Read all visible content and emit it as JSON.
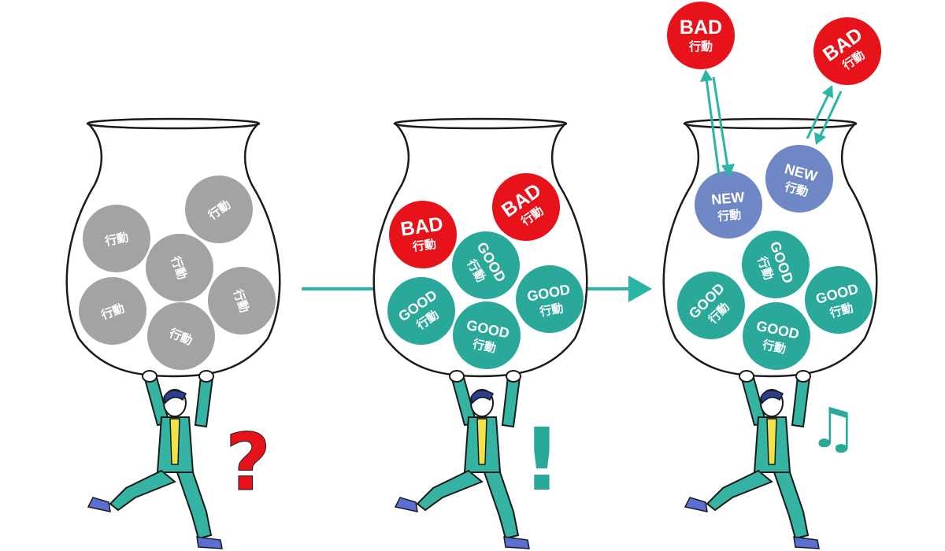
{
  "colors": {
    "neutral_ball": "#a3a3a3",
    "good_ball": "#2aa89a",
    "bad_ball": "#e8121b",
    "new_ball": "#6f87c4",
    "arrow": "#2bb5a6",
    "suit": "#35b3a3",
    "shirt": "#f2e24a",
    "shoes": "#5a6fd1",
    "question_mark": "#e8121b",
    "exclamation_mark": "#2aa89a",
    "music_note": "#2aa89a"
  },
  "labels": {
    "action": "行動",
    "good": "GOOD",
    "bad": "BAD",
    "new": "NEW"
  },
  "panels": [
    {
      "state": "neutral",
      "mark": "?",
      "mark_icon": "question-mark-icon",
      "balls": [
        {
          "type": "action"
        },
        {
          "type": "action"
        },
        {
          "type": "action"
        },
        {
          "type": "action"
        },
        {
          "type": "action"
        },
        {
          "type": "action"
        }
      ]
    },
    {
      "state": "sorted",
      "mark": "!",
      "mark_icon": "exclamation-mark-icon",
      "balls": [
        {
          "type": "bad"
        },
        {
          "type": "bad"
        },
        {
          "type": "good"
        },
        {
          "type": "good"
        },
        {
          "type": "good"
        },
        {
          "type": "good"
        }
      ]
    },
    {
      "state": "replaced",
      "mark": "♫",
      "mark_icon": "music-note-icon",
      "balls": [
        {
          "type": "new"
        },
        {
          "type": "new"
        },
        {
          "type": "good"
        },
        {
          "type": "good"
        },
        {
          "type": "good"
        },
        {
          "type": "good"
        }
      ],
      "outside_balls": [
        {
          "type": "bad"
        },
        {
          "type": "bad"
        }
      ]
    }
  ]
}
